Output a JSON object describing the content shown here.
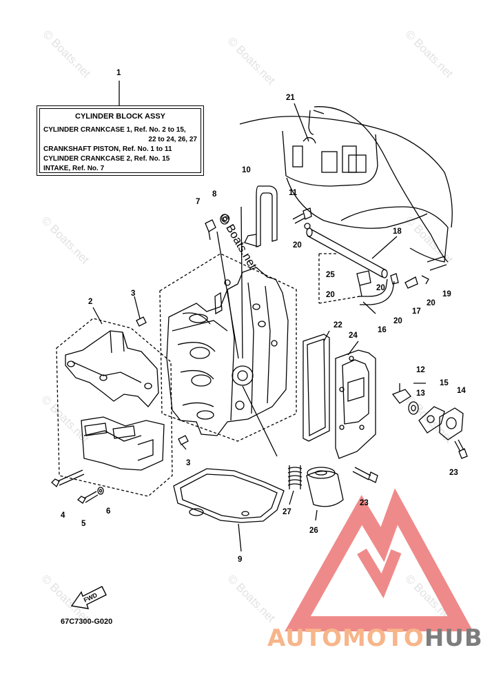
{
  "legend": {
    "callout": "1",
    "title": "CYLINDER BLOCK ASSY",
    "lines": [
      "CYLINDER CRANKCASE 1,  Ref. No. 2 to 15,",
      "22 to 24, 26, 27",
      "CRANKSHAFT PISTON,  Ref. No. 1 to 11",
      "CYLINDER CRANKCASE 2,  Ref. No. 15",
      "INTAKE,  Ref. No. 7"
    ]
  },
  "callouts": [
    "2",
    "3",
    "3",
    "4",
    "5",
    "6",
    "7",
    "8",
    "9",
    "10",
    "11",
    "12",
    "13",
    "14",
    "15",
    "16",
    "17",
    "18",
    "19",
    "20",
    "20",
    "20",
    "20",
    "20",
    "21",
    "22",
    "23",
    "23",
    "24",
    "25",
    "26",
    "27"
  ],
  "watermark": "© Boats.net",
  "fwd_label": "FWD",
  "document_code": "67C7300-G020",
  "brand": {
    "part1": "AUTOMOTO",
    "part2": "HUB",
    "color1": "#f7b58a",
    "color2": "#7d7d7d",
    "logo_color": "#ef8a8a"
  },
  "ink_color": "#000000"
}
